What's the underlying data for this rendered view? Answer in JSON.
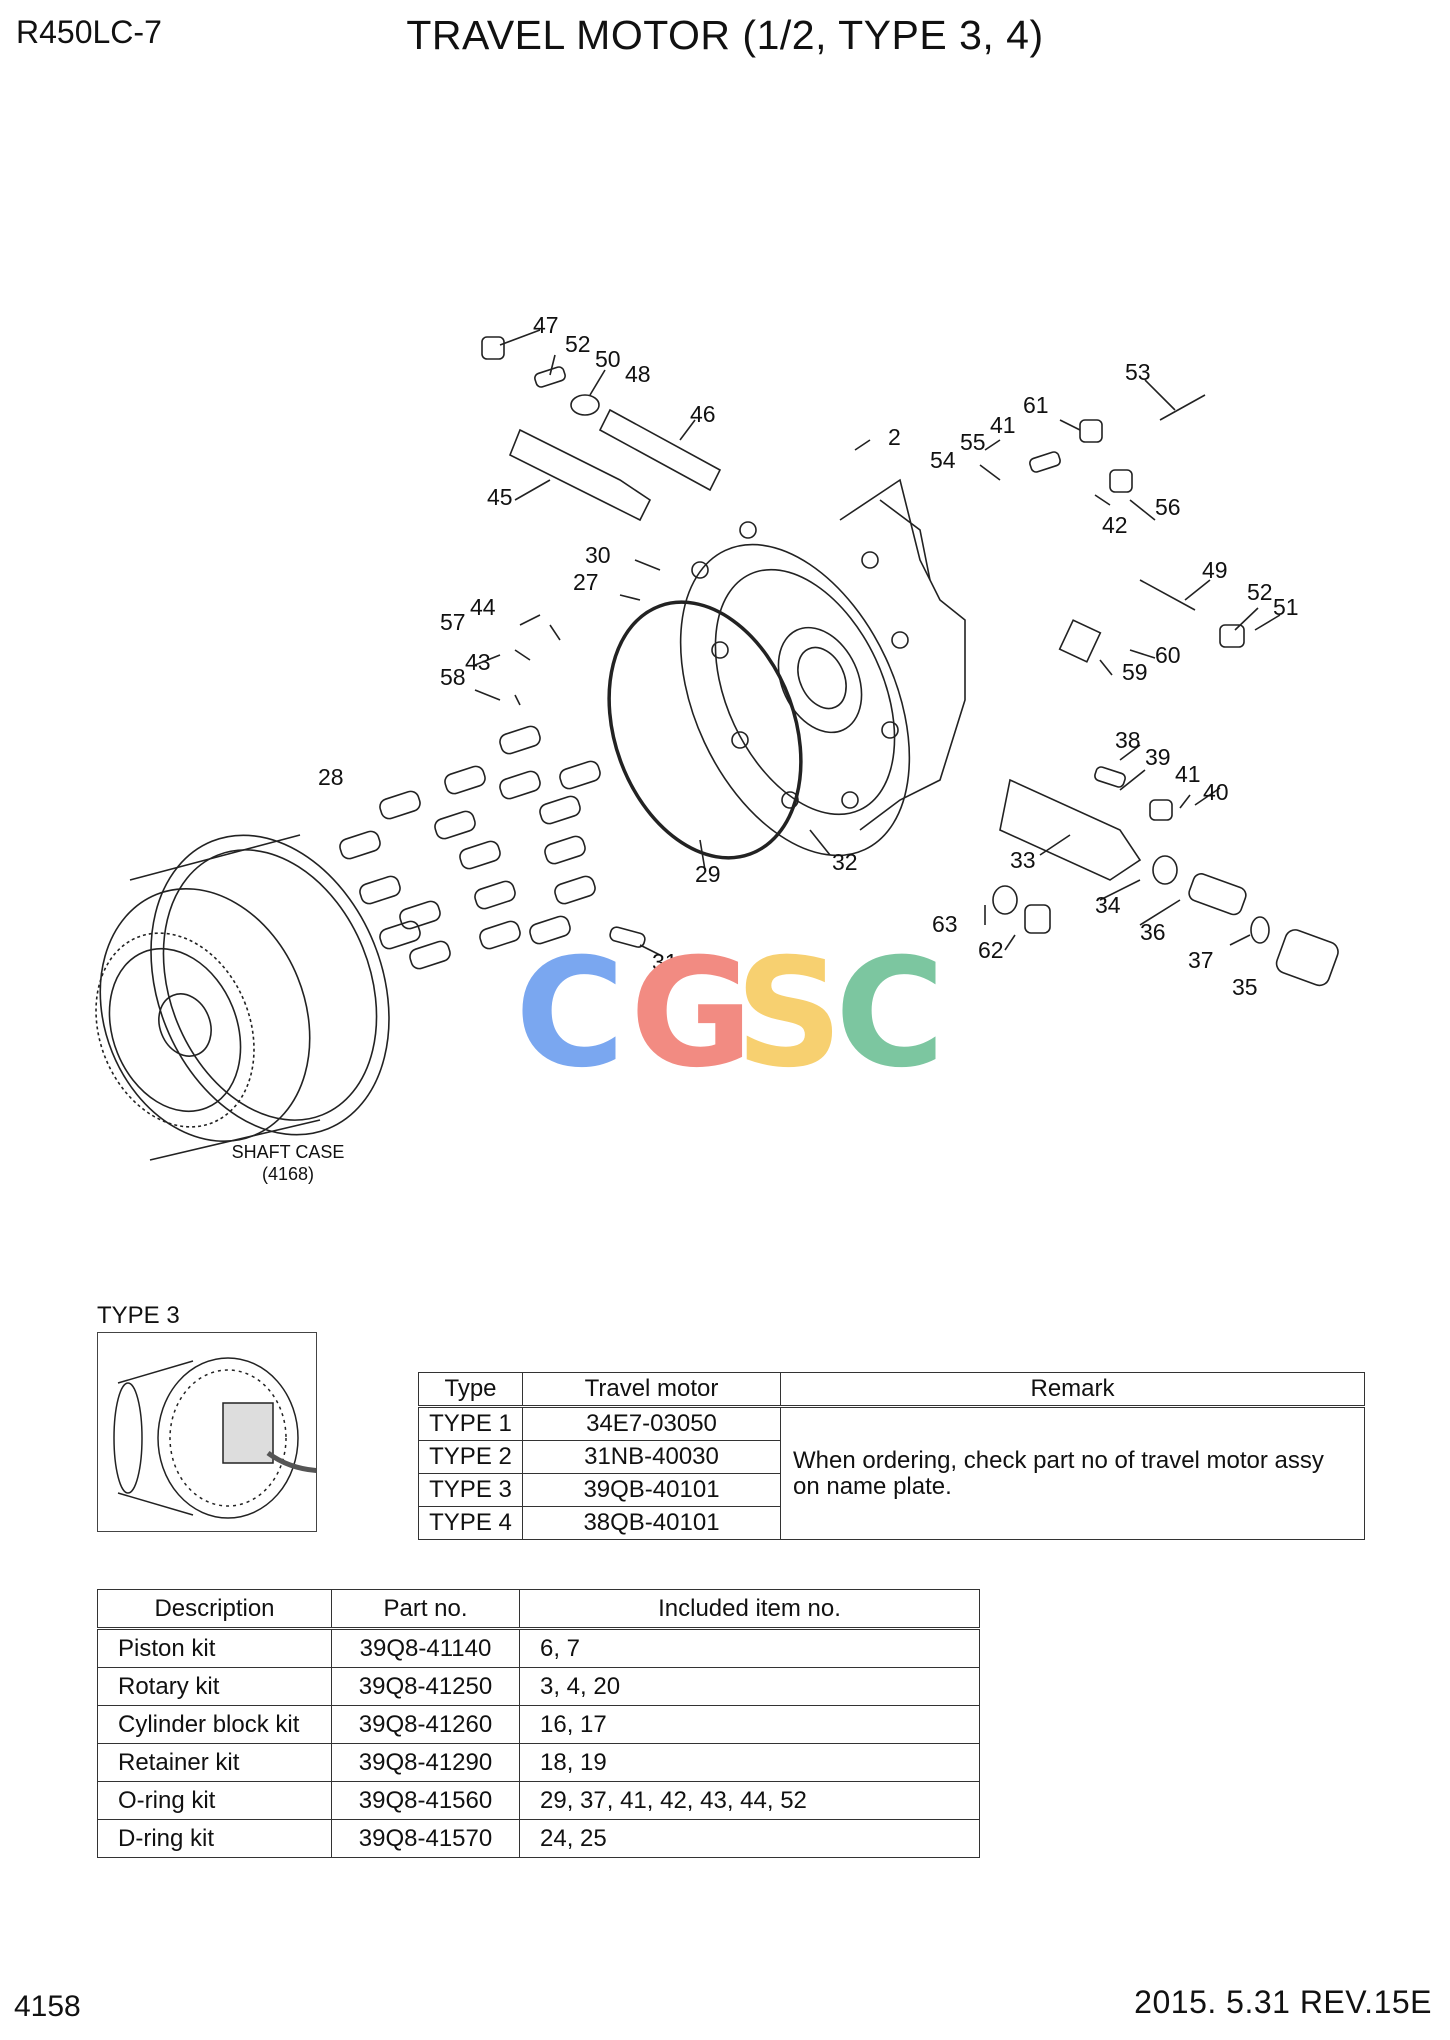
{
  "header": {
    "model": "R450LC-7",
    "title": "TRAVEL MOTOR (1/2, TYPE 3, 4)"
  },
  "diagram": {
    "callouts": [
      "47",
      "52",
      "50",
      "48",
      "46",
      "45",
      "2",
      "53",
      "61",
      "41",
      "55",
      "54",
      "56",
      "42",
      "30",
      "27",
      "44",
      "57",
      "43",
      "58",
      "49",
      "52",
      "51",
      "60",
      "59",
      "28",
      "38",
      "39",
      "41",
      "40",
      "33",
      "29",
      "32",
      "63",
      "62",
      "34",
      "36",
      "37",
      "35",
      "31"
    ],
    "shaft_case_label": "SHAFT CASE",
    "shaft_case_ref": "(4168)",
    "watermark": {
      "letters": [
        "C",
        "G",
        "S",
        "C"
      ],
      "colors": [
        "#7aa7f0",
        "#f28b82",
        "#f7d070",
        "#7cc6a0"
      ]
    }
  },
  "type3": {
    "label": "TYPE 3"
  },
  "type_table": {
    "headers": [
      "Type",
      "Travel motor",
      "Remark"
    ],
    "rows": [
      {
        "type": "TYPE 1",
        "motor": "34E7-03050"
      },
      {
        "type": "TYPE 2",
        "motor": "31NB-40030"
      },
      {
        "type": "TYPE 3",
        "motor": "39QB-40101"
      },
      {
        "type": "TYPE 4",
        "motor": "38QB-40101"
      }
    ],
    "remark_line1": "When ordering, check part no of travel motor assy",
    "remark_line2": "on name plate."
  },
  "kit_table": {
    "headers": [
      "Description",
      "Part no.",
      "Included item no."
    ],
    "rows": [
      {
        "desc": "Piston kit",
        "part": "39Q8-41140",
        "items": "6, 7"
      },
      {
        "desc": "Rotary kit",
        "part": "39Q8-41250",
        "items": "3, 4, 20"
      },
      {
        "desc": "Cylinder block kit",
        "part": "39Q8-41260",
        "items": "16, 17"
      },
      {
        "desc": "Retainer kit",
        "part": "39Q8-41290",
        "items": "18, 19"
      },
      {
        "desc": "O-ring kit",
        "part": "39Q8-41560",
        "items": "29, 37, 41, 42, 43, 44, 52"
      },
      {
        "desc": "D-ring kit",
        "part": "39Q8-41570",
        "items": "24, 25"
      }
    ]
  },
  "footer": {
    "page": "4158",
    "date_rev": "2015. 5.31  REV.15E"
  }
}
